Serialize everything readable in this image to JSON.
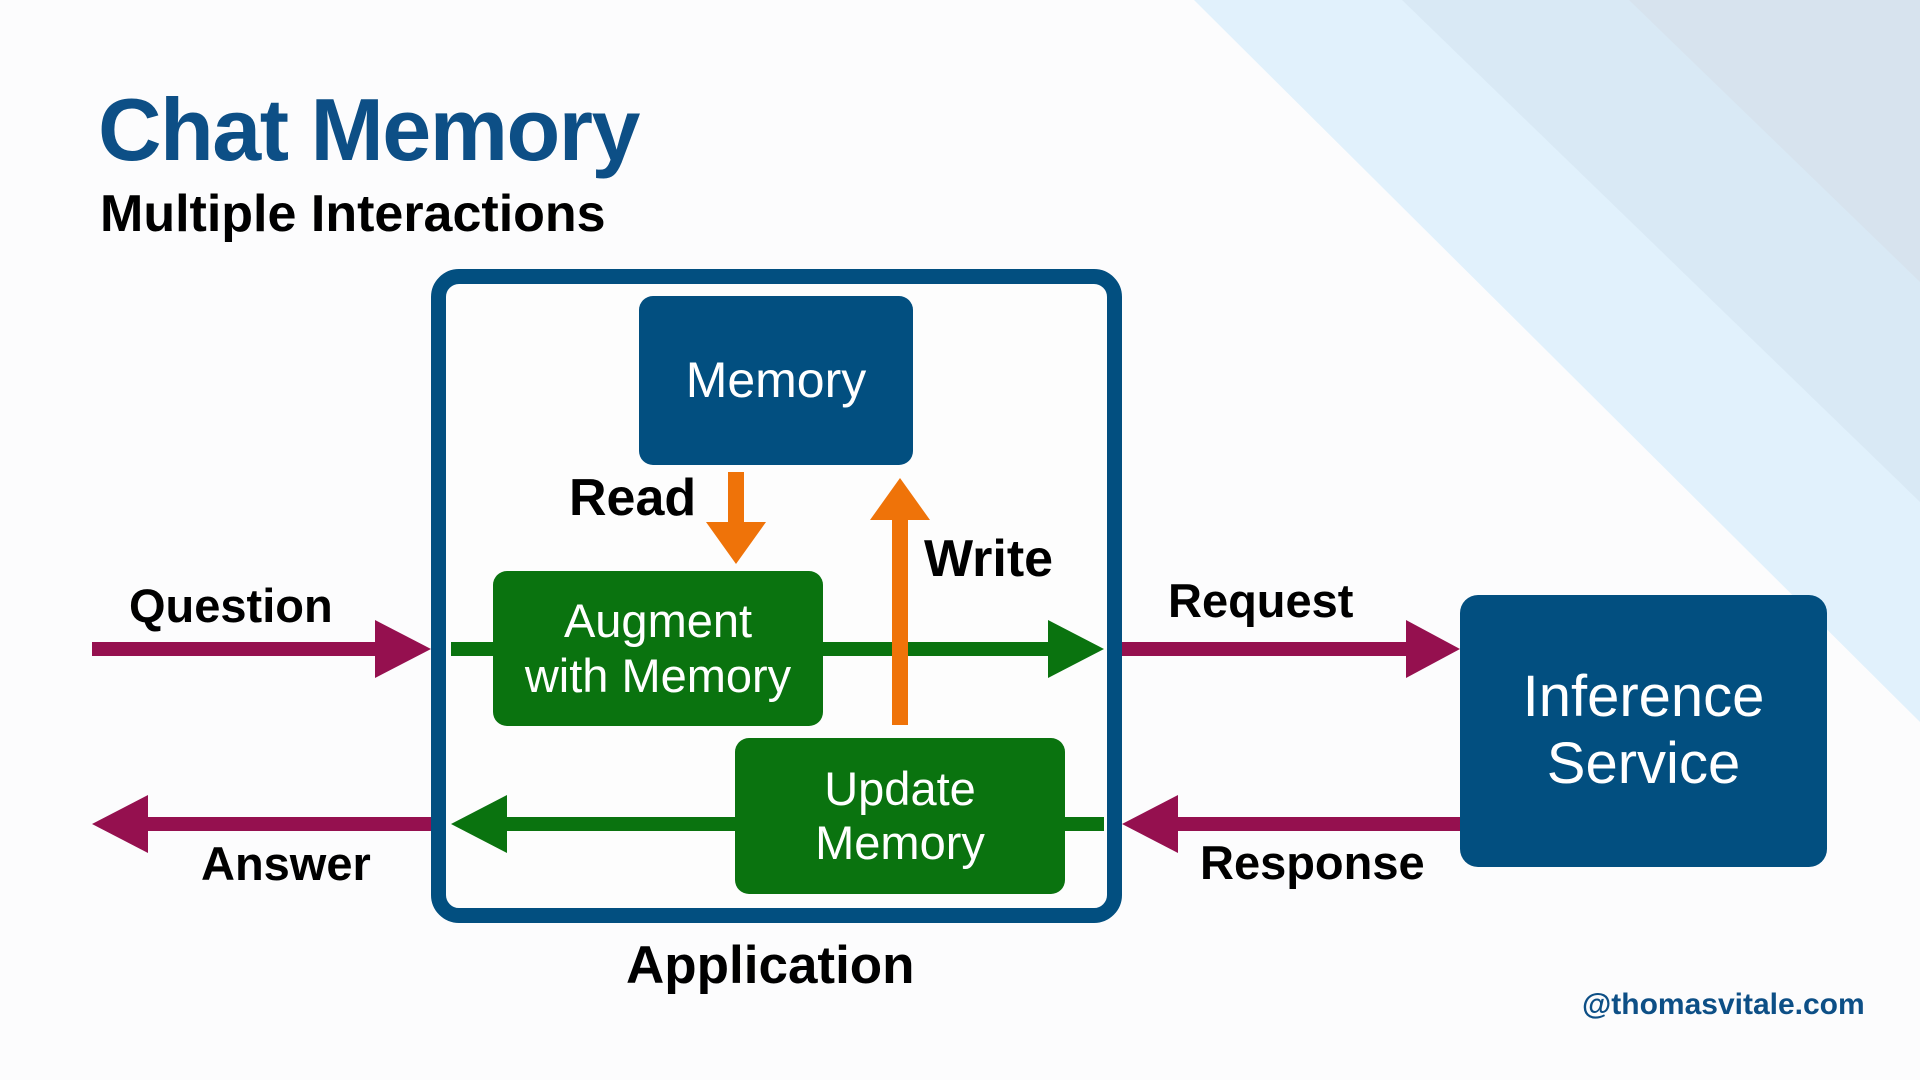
{
  "slide": {
    "title": "Chat Memory",
    "subtitle": "Multiple Interactions",
    "footer_handle": "@thomasvitale.com"
  },
  "colors": {
    "title_blue": "#0d4f86",
    "box_blue": "#024f80",
    "process_green": "#0a730f",
    "external_arrow": "#95104f",
    "memory_arrow": "#ef7309",
    "background": "#fcfcfd",
    "band_light": "#e1f1fc",
    "band_mid": "#d9e9f5",
    "band_dark": "#d7e3ee"
  },
  "diagram": {
    "application_label": "Application",
    "memory_label": "Memory",
    "augment_label_line1": "Augment",
    "augment_label_line2": "with Memory",
    "update_label_line1": "Update",
    "update_label_line2": "Memory",
    "inference_label_line1": "Inference",
    "inference_label_line2": "Service",
    "read_label": "Read",
    "write_label": "Write",
    "question_label": "Question",
    "answer_label": "Answer",
    "request_label": "Request",
    "response_label": "Response"
  }
}
